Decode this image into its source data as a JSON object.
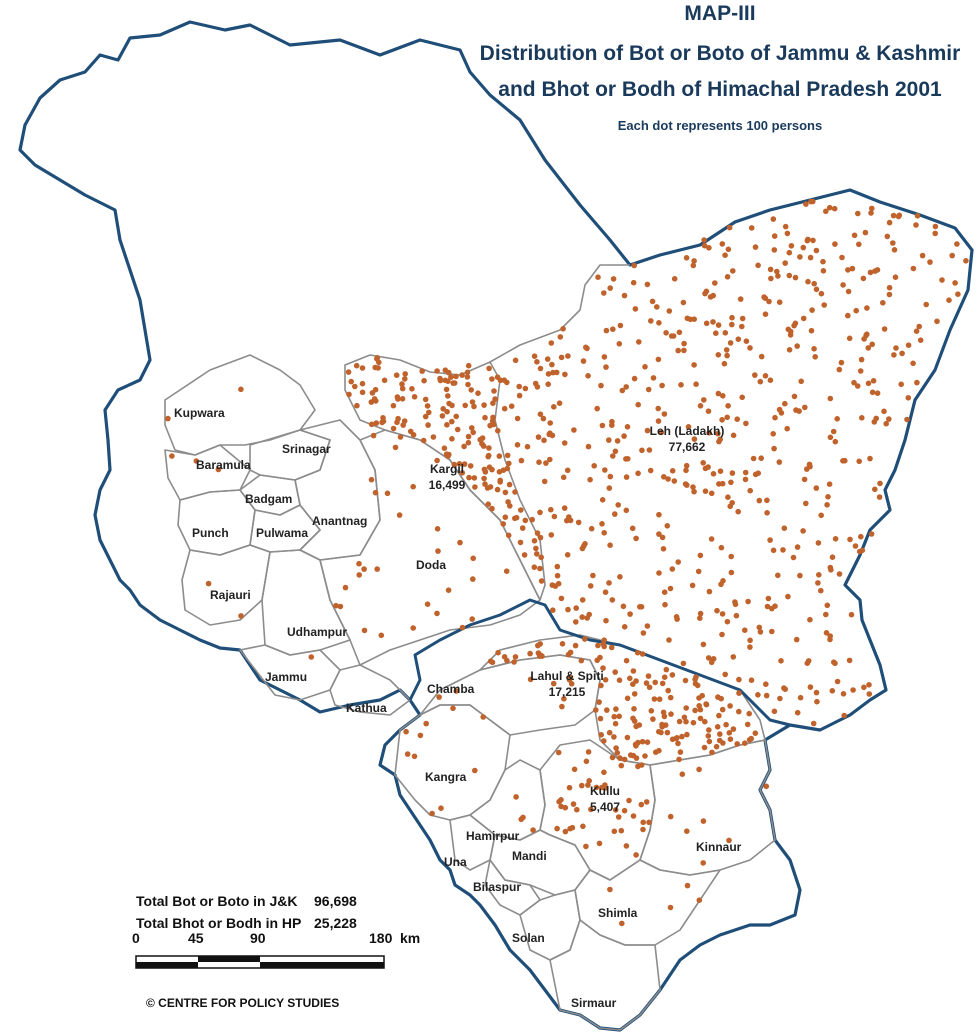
{
  "title": {
    "line1": "MAP-III",
    "line2": "Distribution of Bot or Boto of Jammu & Kashmir",
    "line3": "and Bhot or Bodh of Himachal Pradesh 2001",
    "legend": "Each dot represents 100 persons"
  },
  "colors": {
    "state_border": "#1f4e79",
    "district_border": "#8c8c8c",
    "dot": "#c0622b"
  },
  "districts": {
    "kupwara": "Kupwara",
    "baramula": "Baramula",
    "srinagar": "Srinagar",
    "badgam": "Badgam",
    "punch": "Punch",
    "pulwama": "Pulwama",
    "anantnag": "Anantnag",
    "rajauri": "Rajauri",
    "udhampur": "Udhampur",
    "doda": "Doda",
    "jammu": "Jammu",
    "kathua": "Kathua",
    "kargil": "Kargil",
    "kargil_count": "16,499",
    "leh": "Leh (Ladakh)",
    "leh_count": "77,662",
    "chamba": "Chamba",
    "lahul": "Lahul & Spiti",
    "lahul_count": "17,215",
    "kangra": "Kangra",
    "kullu": "Kullu",
    "kullu_count": "5,407",
    "hamirpur": "Hamirpur",
    "una": "Una",
    "mandi": "Mandi",
    "kinnaur": "Kinnaur",
    "bilaspur": "Bilaspur",
    "shimla": "Shimla",
    "solan": "Solan",
    "sirmaur": "Sirmaur"
  },
  "totals": {
    "jk_label": "Total Bot or Boto in J&K",
    "jk_value": "96,698",
    "hp_label": "Total Bhot or Bodh in HP",
    "hp_value": "25,228"
  },
  "scale": {
    "t0": "0",
    "t1": "45",
    "t2": "90",
    "t3": "180",
    "unit": "km"
  },
  "credit": "© CENTRE FOR POLICY STUDIES"
}
